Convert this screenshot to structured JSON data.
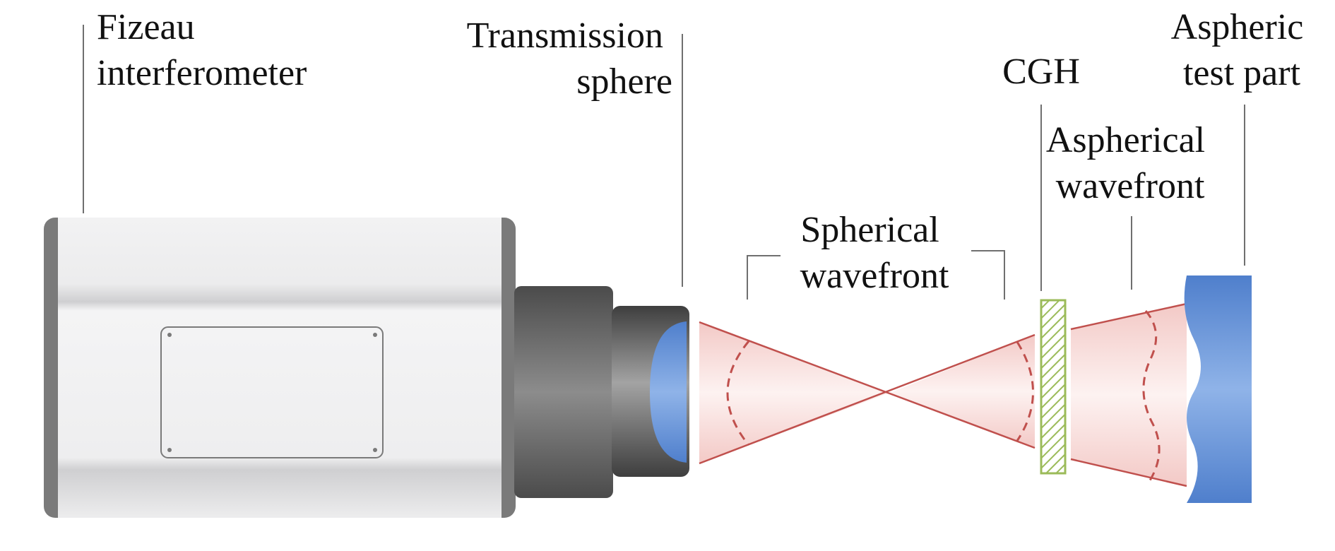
{
  "labels": {
    "interferometer": [
      "Fizeau",
      "interferometer"
    ],
    "transmission_sphere": [
      "Transmission",
      "sphere"
    ],
    "spherical_wavefront": [
      "Spherical",
      "wavefront"
    ],
    "cgh": "CGH",
    "aspherical_wavefront": [
      "Aspherical",
      "wavefront"
    ],
    "test_part": [
      "Aspheric",
      "test part"
    ]
  },
  "colors": {
    "lens_blue": "#5b8fd6",
    "beam_red": "#c0504d",
    "cgh_green": "#9bbb59",
    "body_gray": "#e9e9ea",
    "dark_gray": "#5a5a5a"
  }
}
